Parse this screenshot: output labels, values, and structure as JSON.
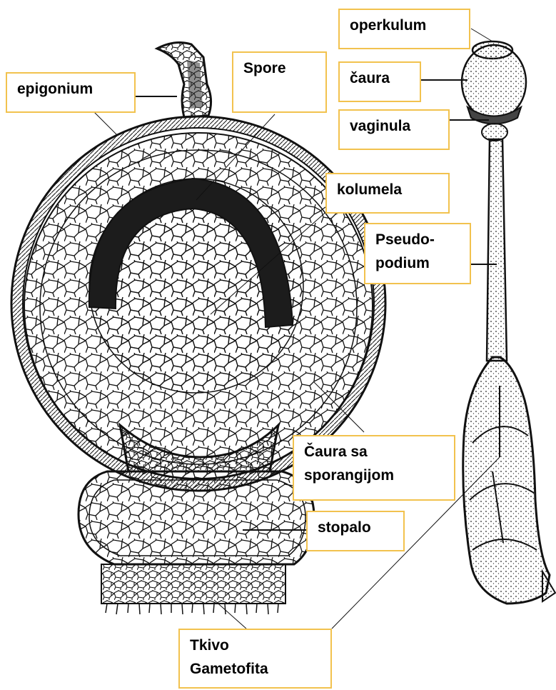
{
  "labels": {
    "epigonium": "epigonium",
    "spore": "Spore",
    "operkulum": "operkulum",
    "caura": "čaura",
    "vaginula": "vaginula",
    "kolumela": "kolumela",
    "pseudopodium": [
      "Pseudo-",
      "podium"
    ],
    "caura_sporangij": [
      "Čaura sa",
      "sporangijom"
    ],
    "stopalo": "stopalo",
    "tkivo": [
      "Tkivo",
      "Gametofita"
    ]
  },
  "colors": {
    "label_border": "#f2c24e",
    "ink": "#111111",
    "spore_band": "#1c1c1c"
  }
}
